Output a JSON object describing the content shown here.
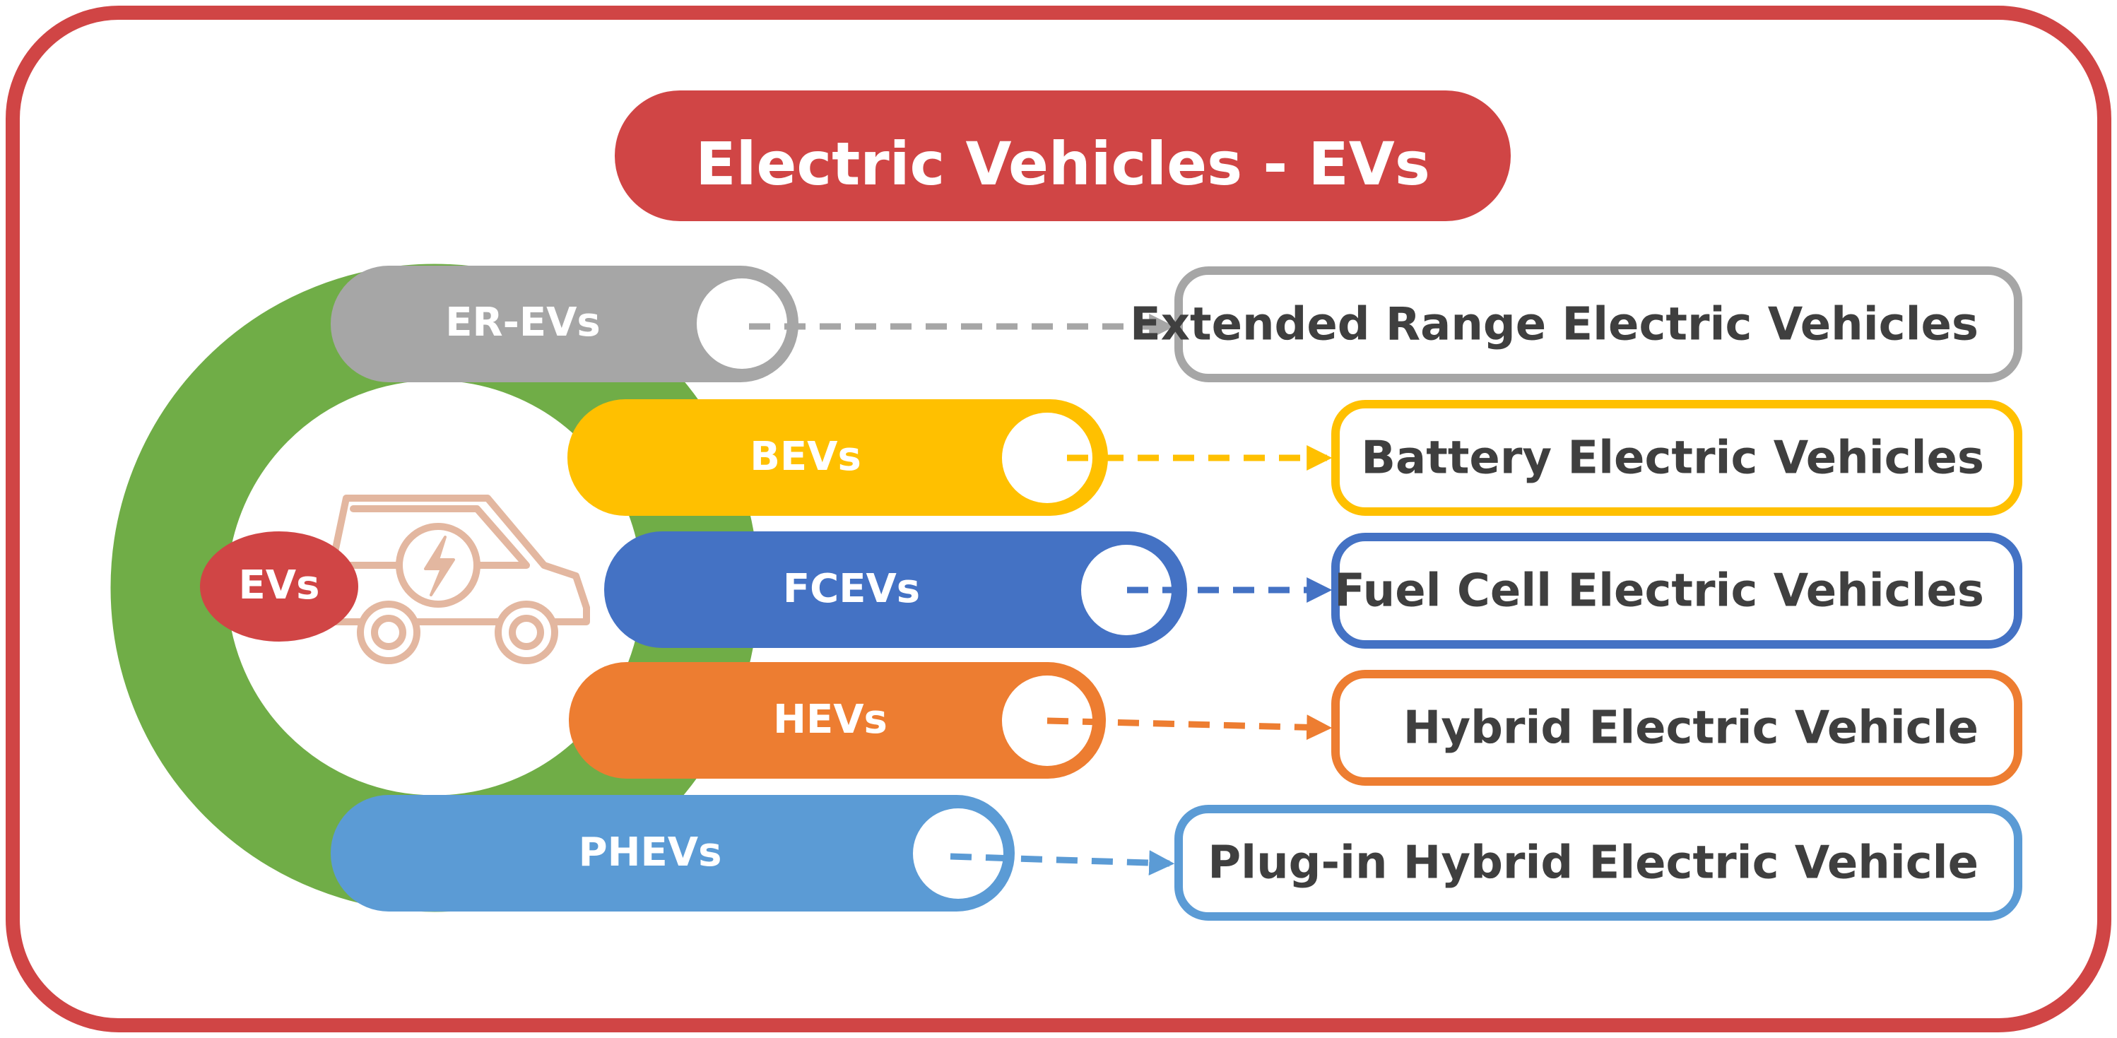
{
  "title": "Electric Vehicles - EVs",
  "hub_label": "EVs",
  "colors": {
    "frame": "#d04545",
    "ring": "#70ad47",
    "car_icon": "#e3b7a0"
  },
  "categories": [
    {
      "abbr": "ER-EVs",
      "full": "Extended Range Electric Vehicles",
      "color": "#a6a6a6"
    },
    {
      "abbr": "BEVs",
      "full": "Battery Electric Vehicles",
      "color": "#ffc000"
    },
    {
      "abbr": "FCEVs",
      "full": "Fuel Cell Electric Vehicles",
      "color": "#4472c4"
    },
    {
      "abbr": "HEVs",
      "full": "Hybrid Electric Vehicle",
      "color": "#ed7d31"
    },
    {
      "abbr": "PHEVs",
      "full": "Plug-in Hybrid Electric Vehicle",
      "color": "#5b9bd5"
    }
  ]
}
